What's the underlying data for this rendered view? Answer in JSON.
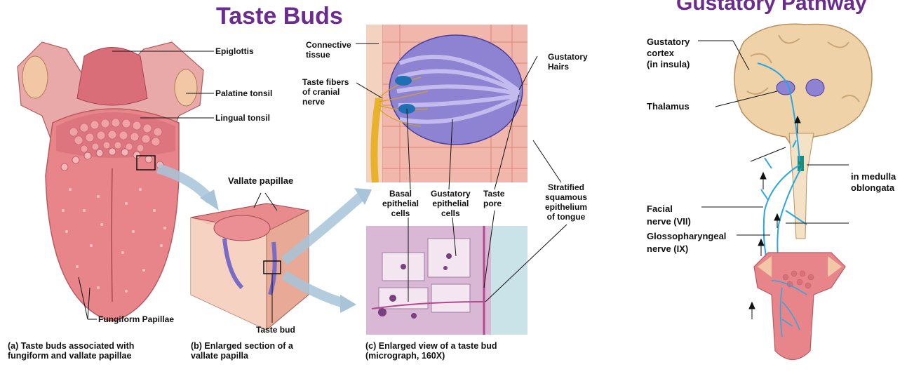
{
  "titles": {
    "taste_buds": "Taste Buds",
    "gustatory_pathway": "Gustatory Pathway"
  },
  "tongue_labels": {
    "epiglottis": "Epiglottis",
    "palatine_tonsil": "Palatine tonsil",
    "lingual_tonsil": "Lingual tonsil",
    "fungiform": "Fungiform Papillae"
  },
  "papilla_labels": {
    "vallate": "Vallate papillae",
    "taste_bud": "Taste bud"
  },
  "bud_labels": {
    "connective": "Connective\ntissue",
    "taste_fibers": "Taste fibers\nof cranial\nnerve",
    "gustatory_hairs": "Gustatory\nHairs",
    "basal": "Basal\nepithelial\ncells",
    "gustatory_cells": "Gustatory\nepithelial\ncells",
    "taste_pore": "Taste\npore",
    "stratified": "Stratified\nsquamous\nepithelium\nof tongue"
  },
  "captions": {
    "a": "(a) Taste buds associated with\n     fungiform and vallate papillae",
    "b": "(b) Enlarged section of a\n     vallate papilla",
    "c": "(c) Enlarged view of a taste bud\n     (micrograph, 160X)"
  },
  "pathway_labels": {
    "cortex": "Gustatory\ncortex\n(in insula)",
    "thalamus": "Thalamus",
    "medulla": "in medulla\noblongata",
    "facial": "Facial\nnerve (VII)",
    "glosso": "Glossopharyngeal\nnerve (IX)"
  },
  "colors": {
    "title_purple": "#6b2c8f",
    "tongue_pink": "#e8858a",
    "nerve_blue": "#2aa7e0",
    "bud_purple": "#7a6bc4"
  }
}
